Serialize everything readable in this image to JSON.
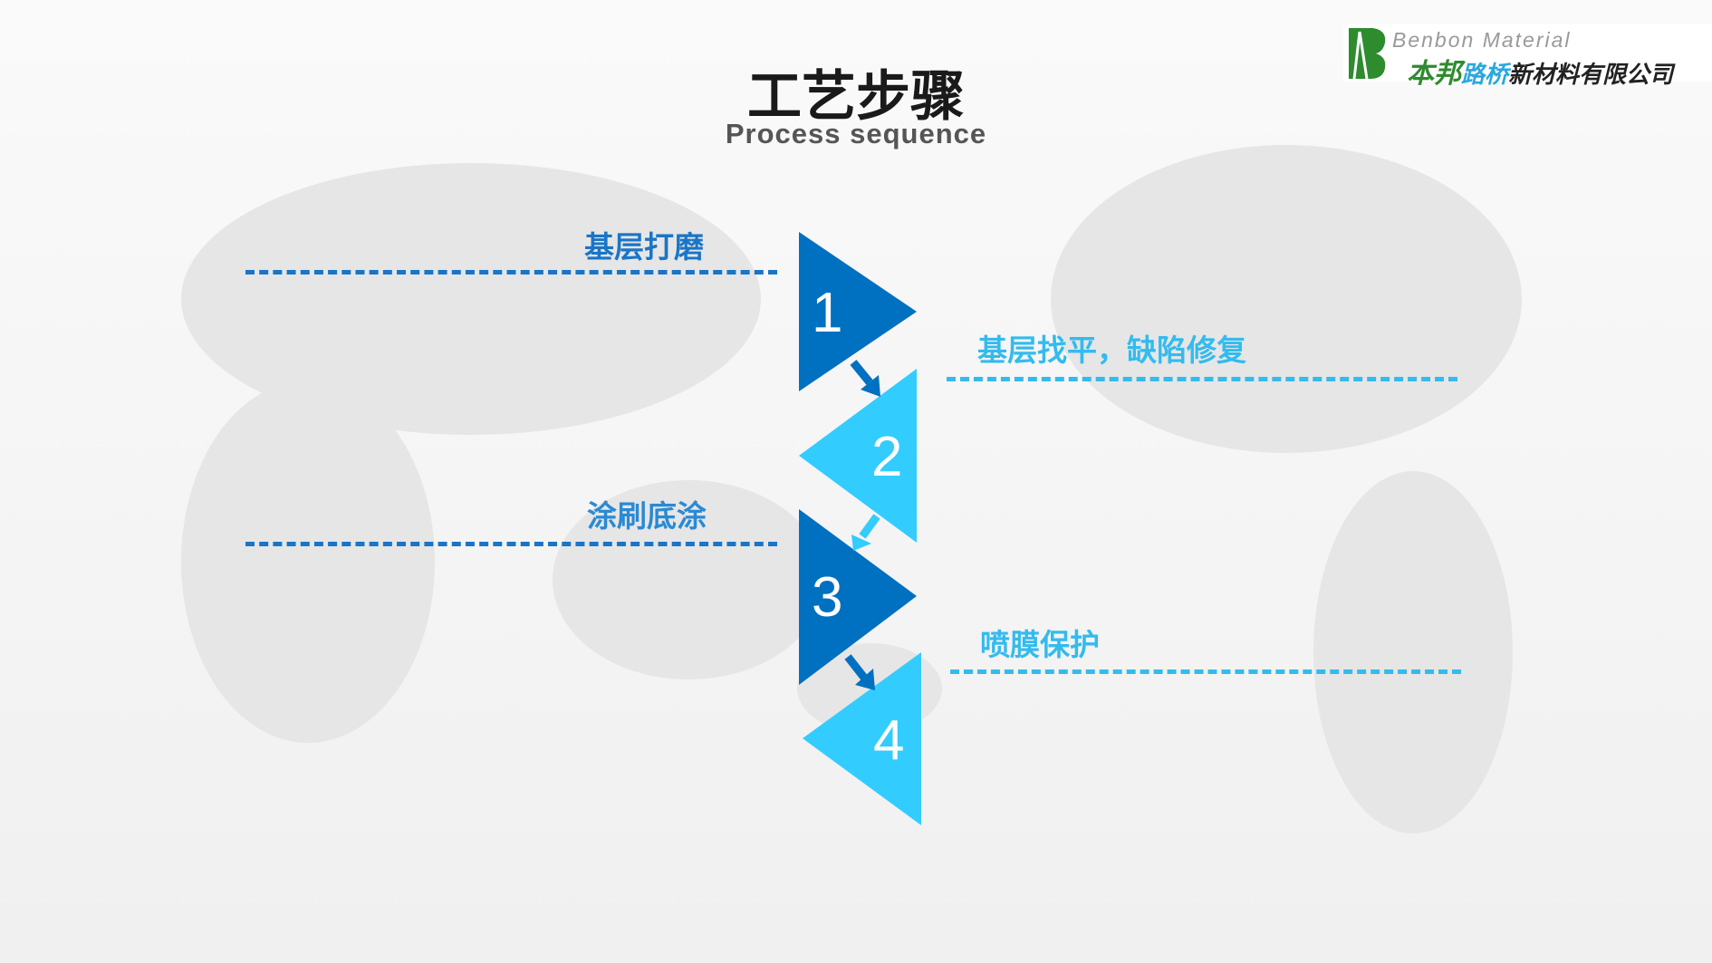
{
  "header": {
    "title": "工艺步骤",
    "subtitle": "Process sequence"
  },
  "logo": {
    "en": "Benbon Material",
    "cn_green": "本邦",
    "cn_blue": "路桥",
    "cn_black": "新材料有限公司"
  },
  "steps": [
    {
      "number": "1",
      "label": "基层打磨"
    },
    {
      "number": "2",
      "label": "基层找平，缺陷修复"
    },
    {
      "number": "3",
      "label": "涂刷底涂"
    },
    {
      "number": "4",
      "label": "喷膜保护"
    }
  ],
  "colors": {
    "dark": "#0070c0",
    "light": "#33ccff",
    "logo_green": "#2e8b2e"
  }
}
